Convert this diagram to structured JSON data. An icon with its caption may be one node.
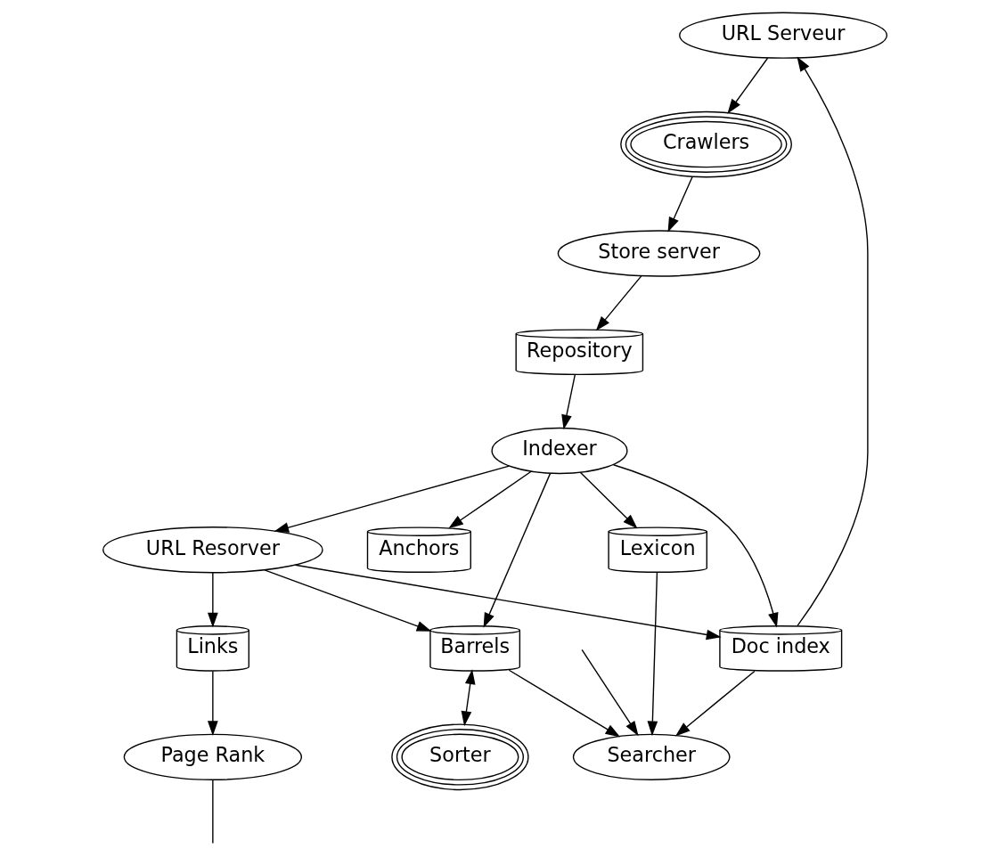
{
  "diagram": {
    "nodes": [
      {
        "text": [
          "URL Serveur"
        ]
      },
      {
        "text": [
          "Crawlers"
        ]
      },
      {
        "text": [
          "Store server"
        ]
      },
      {
        "text": [
          "Anchors"
        ]
      },
      {
        "text": [
          "Repository"
        ]
      },
      {
        "text": [
          "URL Resorver"
        ]
      },
      {
        "text": [
          "Indexer"
        ]
      },
      {
        "text": [
          "Links"
        ]
      },
      {
        "text": [
          "Doc index"
        ]
      },
      {
        "text": [
          "Lexicon"
        ]
      },
      {
        "text": [
          "Page Rank"
        ]
      },
      {
        "text": [
          "Barrels"
        ]
      },
      {
        "text": [
          "Searcher"
        ]
      },
      {
        "text": [
          "Sorter"
        ]
      }
    ],
    "edges": [
      {
        "from": 0,
        "to": 1,
        "arrow": "to"
      },
      {
        "from": 1,
        "to": 2,
        "arrow": "to"
      },
      {
        "from": 2,
        "to": 4,
        "arrow": "to"
      },
      {
        "from": 4,
        "to": 6,
        "arrow": "to"
      },
      {
        "from": 6,
        "to": 3,
        "arrow": "to"
      },
      {
        "from": 6,
        "to": 5,
        "arrow": "to"
      },
      {
        "from": 5,
        "to": 7,
        "arrow": "to"
      },
      {
        "from": 5,
        "to": 8,
        "arrow": "to"
      },
      {
        "from": 6,
        "to": 8,
        "arrow": "to"
      },
      {
        "from": 6,
        "to": 9,
        "arrow": "to"
      },
      {
        "from": 6,
        "to": 11,
        "arrow": "to"
      },
      {
        "from": 5,
        "to": 11,
        "arrow": "to"
      },
      {
        "from": 8,
        "to": 0,
        "arrow": "to"
      },
      {
        "from": 7,
        "to": 10,
        "arrow": "to"
      },
      {
        "from": 9,
        "to": 12,
        "arrow": "to"
      },
      {
        "from": 11,
        "to": 12,
        "arrow": "to"
      },
      {
        "from": 11,
        "to": 13,
        "arrow": "both"
      },
      {
        "from": 8,
        "to": 12,
        "arrow": "to"
      },
      {
        "from": 10,
        "to": null,
        "arrow": "none"
      },
      {
        "from": null,
        "to": 12,
        "arrow": "to"
      }
    ]
  }
}
